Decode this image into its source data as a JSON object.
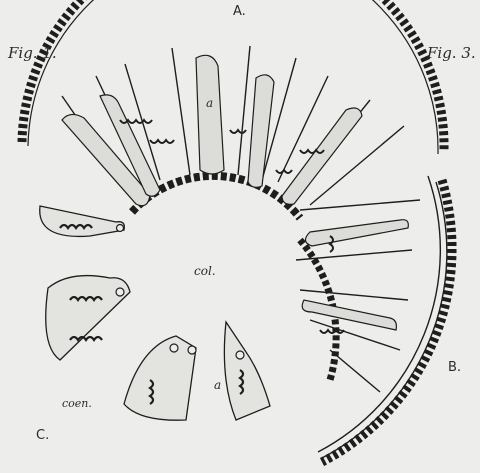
{
  "figure": {
    "labels": {
      "fig1": "Fig. 1.",
      "fig3": "Fig. 3.",
      "A": "A.",
      "B": "B.",
      "C": "C.",
      "col": "col.",
      "coen": "coen.",
      "a_upper": "a",
      "a_lower": "a"
    }
  },
  "colors": {
    "ink": "#1e1e1e",
    "paper": "#ededeb",
    "shade": "#d9d9d6"
  }
}
